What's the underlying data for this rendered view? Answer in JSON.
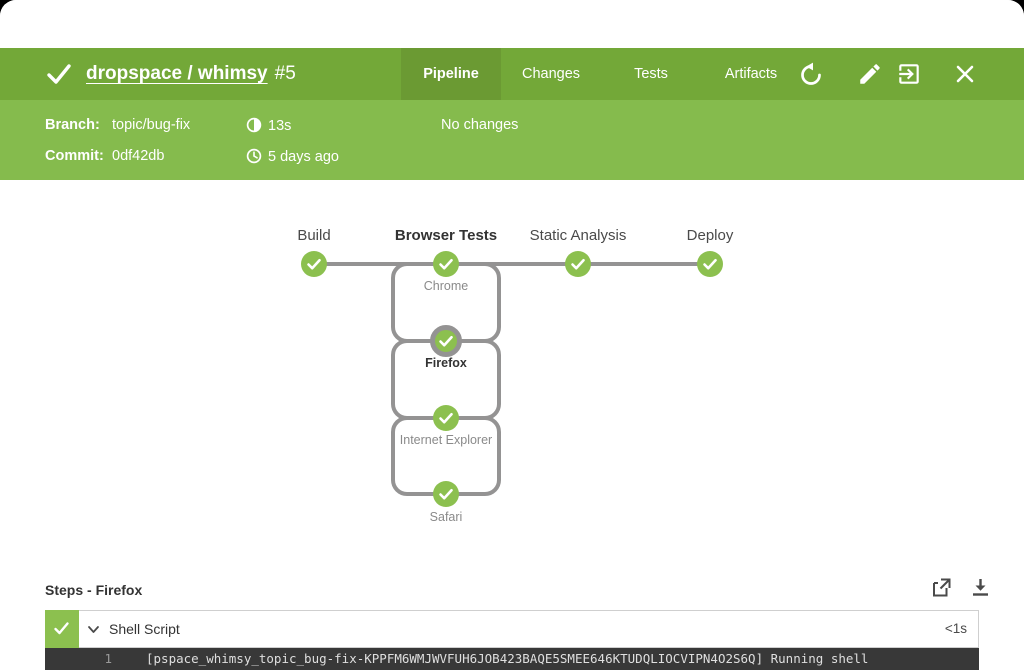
{
  "theme": {
    "header_green": "#73A838",
    "subheader_green": "#85BB4D",
    "active_tab_green": "#6B9A33",
    "node_green": "#8CC04F",
    "connector_gray": "#949393",
    "console_bg": "#383838",
    "console_text": "#DFDFDF",
    "heading_text": "#333333",
    "muted_text": "#8A8A8A"
  },
  "header": {
    "status": "success",
    "title": "dropspace / whimsy",
    "run_number": "#5",
    "tabs": [
      {
        "label": "Pipeline",
        "active": true
      },
      {
        "label": "Changes",
        "active": false
      },
      {
        "label": "Tests",
        "active": false
      },
      {
        "label": "Artifacts",
        "active": false
      }
    ],
    "actions": [
      "rerun",
      "edit",
      "go-to-classic",
      "close"
    ]
  },
  "run_details": {
    "branch_label": "Branch:",
    "branch_value": "topic/bug-fix",
    "commit_label": "Commit:",
    "commit_value": "0df42db",
    "duration": "13s",
    "completed": "5 days ago",
    "changes": "No changes"
  },
  "pipeline": {
    "stages": [
      {
        "name": "Build",
        "status": "success",
        "selected": false
      },
      {
        "name": "Browser Tests",
        "status": "success",
        "selected": true,
        "branches": [
          {
            "name": "Chrome",
            "status": "success",
            "selected": false
          },
          {
            "name": "Firefox",
            "status": "success",
            "selected": true
          },
          {
            "name": "Internet Explorer",
            "status": "success",
            "selected": false
          },
          {
            "name": "Safari",
            "status": "success",
            "selected": false
          }
        ]
      },
      {
        "name": "Static Analysis",
        "status": "success",
        "selected": false
      },
      {
        "name": "Deploy",
        "status": "success",
        "selected": false
      }
    ]
  },
  "steps": {
    "heading": "Steps - Firefox",
    "rows": [
      {
        "name": "Shell Script",
        "duration": "<1s",
        "status": "success",
        "expanded": true
      }
    ],
    "log": {
      "lines": [
        {
          "number": "1",
          "text": "[pspace_whimsy_topic_bug-fix-KPPFM6WMJWVFUH6JOB423BAQE5SMEE646KTUDQLIOCVIPN4O2S6Q] Running shell"
        }
      ]
    }
  }
}
